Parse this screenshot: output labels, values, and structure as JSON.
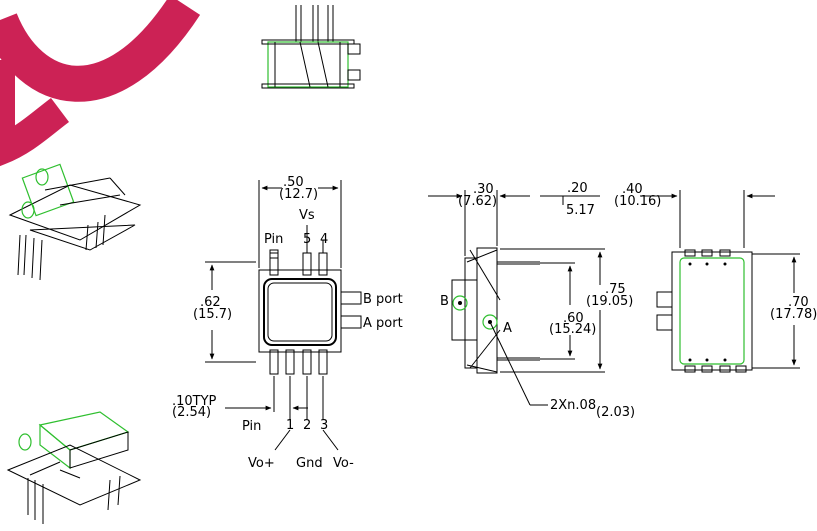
{
  "watermark": {
    "color": "#cc2255"
  },
  "front_view": {
    "width_in": ".50",
    "width_mm": "(12.7)",
    "height_in": ".62",
    "height_mm": "(15.7)",
    "vs_label": "Vs",
    "pin_label_top": "Pin",
    "pin_5": "5",
    "pin_4": "4",
    "port_b": "B port",
    "port_a": "A port",
    "pitch_in": ".10TYP",
    "pitch_mm": "(2.54)",
    "pin_label_bottom": "Pin",
    "pin_1": "1",
    "pin_2": "2",
    "pin_3": "3",
    "sig_1": "Vo+",
    "sig_2": "Gnd",
    "sig_3": "Vo-"
  },
  "side_view": {
    "depth_in": ".30",
    "depth_mm": "(7.62)",
    "lead_in": ".20",
    "lead_mm": "5.17",
    "height_in": ".75",
    "height_mm": "(19.05)",
    "inner_in": ".60",
    "inner_mm": "(15.24)",
    "label_b": "B",
    "label_a": "A",
    "hole_in": "2Xn.08",
    "hole_mm": "(2.03)"
  },
  "back_view": {
    "width_in": ".40",
    "width_mm": "(10.16)",
    "height_in": ".70",
    "height_mm": "(17.78)"
  },
  "colors": {
    "line": "#000000",
    "highlight": "#2fbf2f"
  }
}
